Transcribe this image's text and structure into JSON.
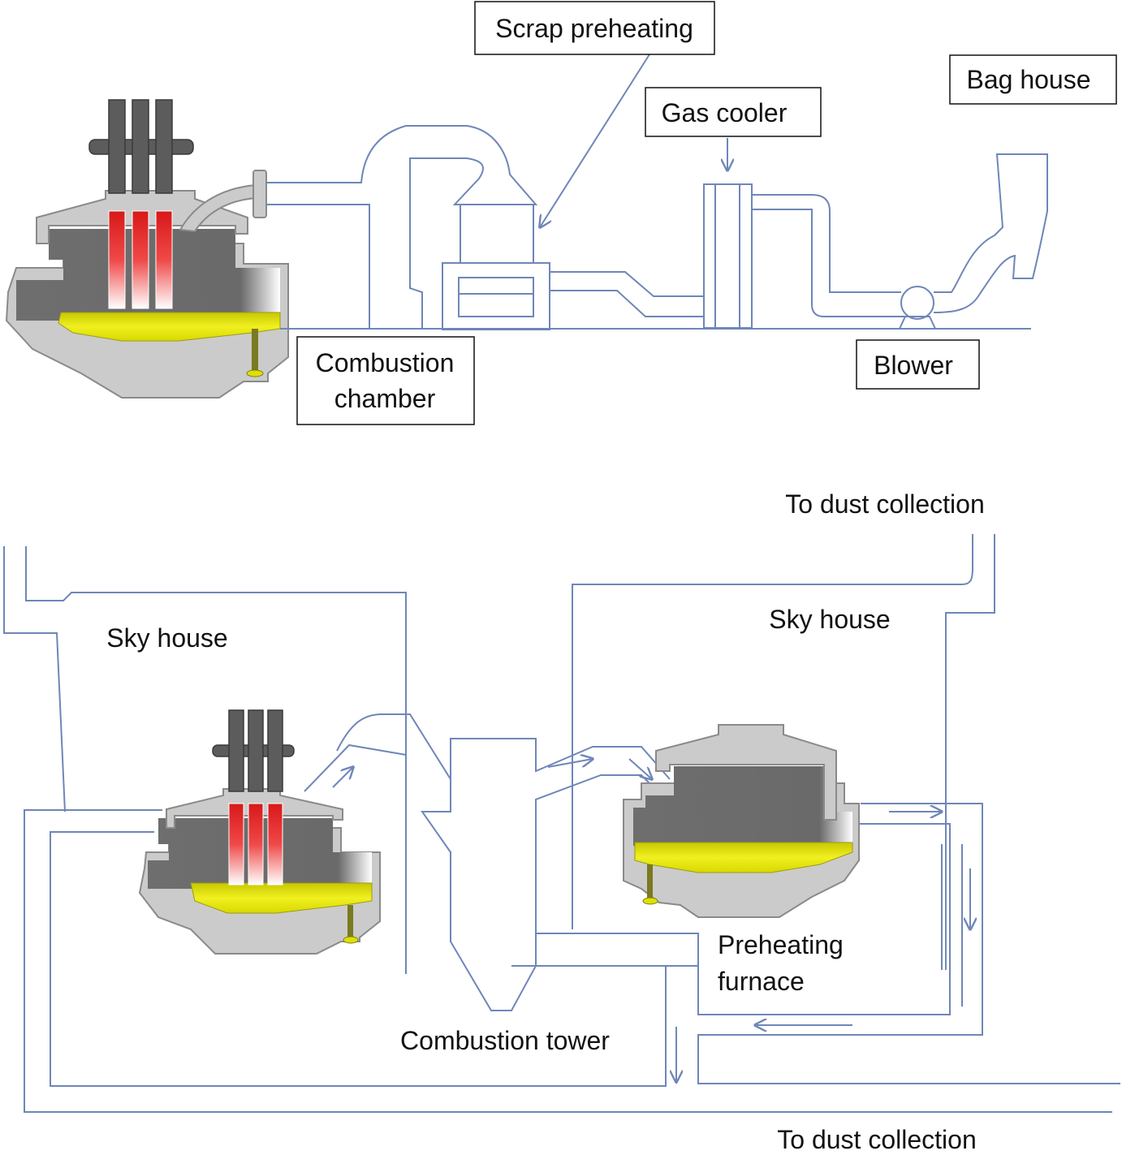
{
  "top_diagram": {
    "labels": {
      "scrap_preheating": "Scrap preheating",
      "bag_house": "Bag house",
      "gas_cooler": "Gas cooler",
      "combustion_chamber_line1": "Combustion",
      "combustion_chamber_line2": "chamber",
      "blower": "Blower"
    }
  },
  "bottom_diagram": {
    "labels": {
      "to_dust_collection_top": "To dust collection",
      "sky_house_left": "Sky house",
      "sky_house_right": "Sky house",
      "preheating_furnace_line1": "Preheating",
      "preheating_furnace_line2": "furnace",
      "combustion_tower": "Combustion tower",
      "to_dust_collection_bottom": "To dust collection"
    }
  },
  "colors": {
    "duct": "#6f86b8",
    "furnace_shell": "#cbcbcb",
    "furnace_interior": "#5a5a5a",
    "molten_bath": "#e2e21a",
    "electrode_hot": "#e32020"
  }
}
